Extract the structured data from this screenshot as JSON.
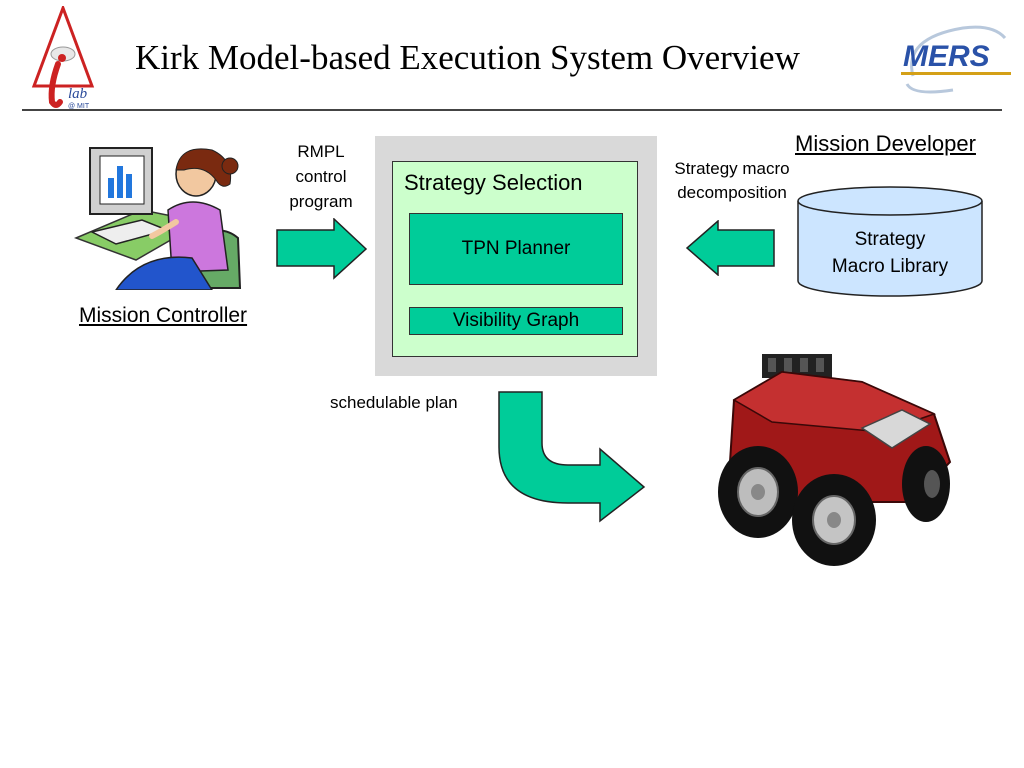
{
  "slide": {
    "title": "Kirk Model-based Execution System Overview",
    "logo_left": {
      "word": "lab",
      "sub": "@ MIT"
    },
    "logo_right": {
      "word": "MERS"
    }
  },
  "labels": {
    "rmpl": [
      "RMPL",
      "control",
      "program"
    ],
    "strategy_macro": [
      "Strategy macro",
      "decomposition"
    ],
    "mission_developer": "Mission Developer",
    "mission_controller": "Mission Controller",
    "schedulable_plan": "schedulable plan"
  },
  "system": {
    "strategy_selection": "Strategy Selection",
    "tpn_planner": "TPN Planner",
    "visibility_graph": "Visibility Graph"
  },
  "library": {
    "line1": "Strategy",
    "line2": "Macro Library"
  },
  "colors": {
    "arrow_fill": "#00cc99",
    "box_green": "#ccffcc",
    "box_gray": "#d9d9d9",
    "db_fill": "#cce5ff",
    "robot": "#a01818"
  }
}
